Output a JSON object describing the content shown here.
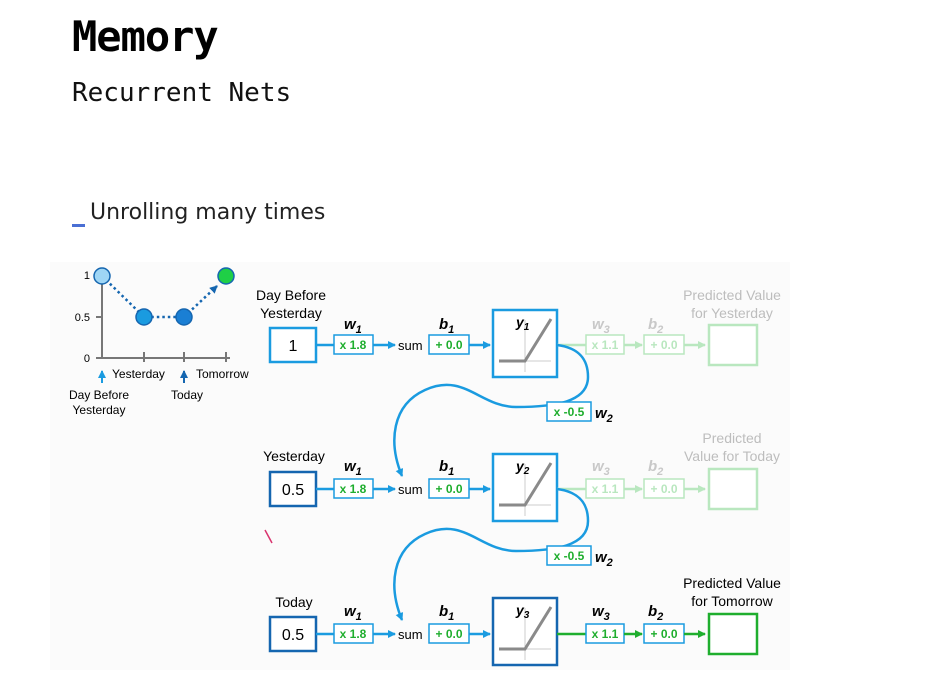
{
  "slide": {
    "title": "Memory",
    "subtitle": "Recurrent Nets",
    "bullet": "Unrolling many times"
  },
  "mini_chart": {
    "y_ticks": [
      "1",
      "0.5",
      "0"
    ],
    "x_labels": [
      "Yesterday",
      "Tomorrow"
    ],
    "below_labels": [
      "Day Before",
      "Yesterday",
      "Today"
    ]
  },
  "rows": [
    {
      "input_label_1": "Day Before",
      "input_label_2": "Yesterday",
      "input_value": "1",
      "w1": "w",
      "w1_sub": "1",
      "w1_val": "x 1.8",
      "sum": "sum",
      "b1": "b",
      "b1_sub": "1",
      "b1_val": "+ 0.0",
      "y": "y",
      "y_sub": "1",
      "w3": "w",
      "w3_sub": "3",
      "w3_val": "x 1.1",
      "b2": "b",
      "b2_sub": "2",
      "b2_val": "+ 0.0",
      "output_label_1": "Predicted Value",
      "output_label_2": "for Yesterday",
      "w2_val": "x -0.5",
      "w2": "w",
      "w2_sub": "2"
    },
    {
      "input_label_1": "Yesterday",
      "input_value": "0.5",
      "w1": "w",
      "w1_sub": "1",
      "w1_val": "x 1.8",
      "sum": "sum",
      "b1": "b",
      "b1_sub": "1",
      "b1_val": "+ 0.0",
      "y": "y",
      "y_sub": "2",
      "w3": "w",
      "w3_sub": "3",
      "w3_val": "x 1.1",
      "b2": "b",
      "b2_sub": "2",
      "b2_val": "+ 0.0",
      "output_label_1": "Predicted",
      "output_label_2": "Value for Today",
      "w2_val": "x -0.5",
      "w2": "w",
      "w2_sub": "2"
    },
    {
      "input_label_1": "Today",
      "input_value": "0.5",
      "w1": "w",
      "w1_sub": "1",
      "w1_val": "x 1.8",
      "sum": "sum",
      "b1": "b",
      "b1_sub": "1",
      "b1_val": "+ 0.0",
      "y": "y",
      "y_sub": "3",
      "w3": "w",
      "w3_sub": "3",
      "w3_val": "x 1.1",
      "b2": "b",
      "b2_sub": "2",
      "b2_val": "+ 0.0",
      "output_label_1": "Predicted Value",
      "output_label_2": "for Tomorrow"
    }
  ],
  "colors": {
    "blue": "#1a9be0",
    "dark_blue": "#1566b0",
    "green": "#1fae2e",
    "faded_green": "#b9e7bf",
    "faded_text": "#bdbdbd"
  }
}
